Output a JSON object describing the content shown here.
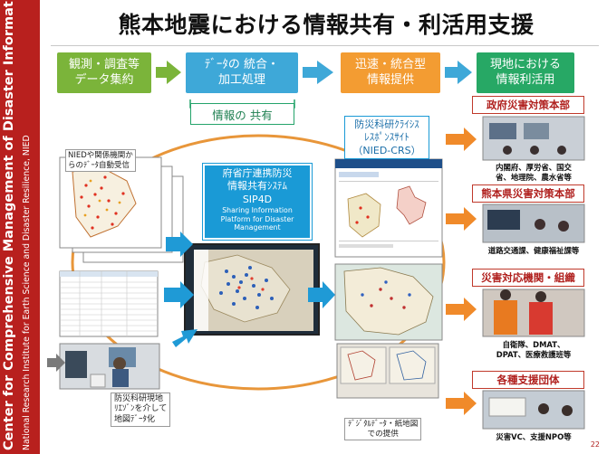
{
  "sidebar": {
    "title": "Center for Comprehensive Management of Disaster Information",
    "subtitle": "National Research Institute for Earth Science and Disaster Resilience, NIED"
  },
  "title": "熊本地震における情報共有・利活用支援",
  "flow": [
    {
      "line1": "観測・調査等",
      "line2": "データ集約",
      "color": "#7bb43a"
    },
    {
      "line1": "ﾃﾞｰﾀの 統合・",
      "line2": "加工処理",
      "color": "#3ea8d8"
    },
    {
      "line1": "迅速・統合型",
      "line2": "情報提供",
      "color": "#f39c32"
    },
    {
      "line1": "現地における",
      "line2": "情報利活用",
      "color": "#27a865"
    }
  ],
  "share_label": "情報の 共有",
  "nied_note": {
    "line1": "NIEDや関係機関か",
    "line2": "らのﾃﾞｰﾀ自動受信"
  },
  "sip4d": {
    "jp1": "府省庁連携防災",
    "jp2": "情報共有ｼｽﾃﾑ",
    "name": "SIP4D",
    "en1": "Sharing Information",
    "en2": "Platform for Disaster",
    "en3": "Management"
  },
  "crs": {
    "line1": "防災科研ｸﾗｲｼｽ",
    "line2": "ﾚｽﾎﾟﾝｽｻｲﾄ",
    "line3": "（NIED-CRS）"
  },
  "liaison_note": {
    "line1": "防災科研現地",
    "line2": "ﾘｴｿﾞﾝを介して",
    "line3": "地図ﾃﾞｰﾀ化"
  },
  "paper_note": {
    "line1": "ﾃﾞｼﾞﾀﾙﾃﾞｰﾀ・紙地図",
    "line2": "での提供"
  },
  "orgs": [
    {
      "title": "政府災害対策本部",
      "caption1": "内閣府、厚労省、国交",
      "caption2": "省、地理院、農水省等"
    },
    {
      "title": "熊本県災害対策本部",
      "caption1": "道路交通課、健康福祉課等",
      "caption2": ""
    },
    {
      "title": "災害対応機関・組織",
      "caption1": "自衛隊、DMAT、",
      "caption2": "DPAT、医療救護班等"
    },
    {
      "title": "各種支援団体",
      "caption1": "災害VC、支援NPO等",
      "caption2": ""
    }
  ],
  "page_number": "22"
}
